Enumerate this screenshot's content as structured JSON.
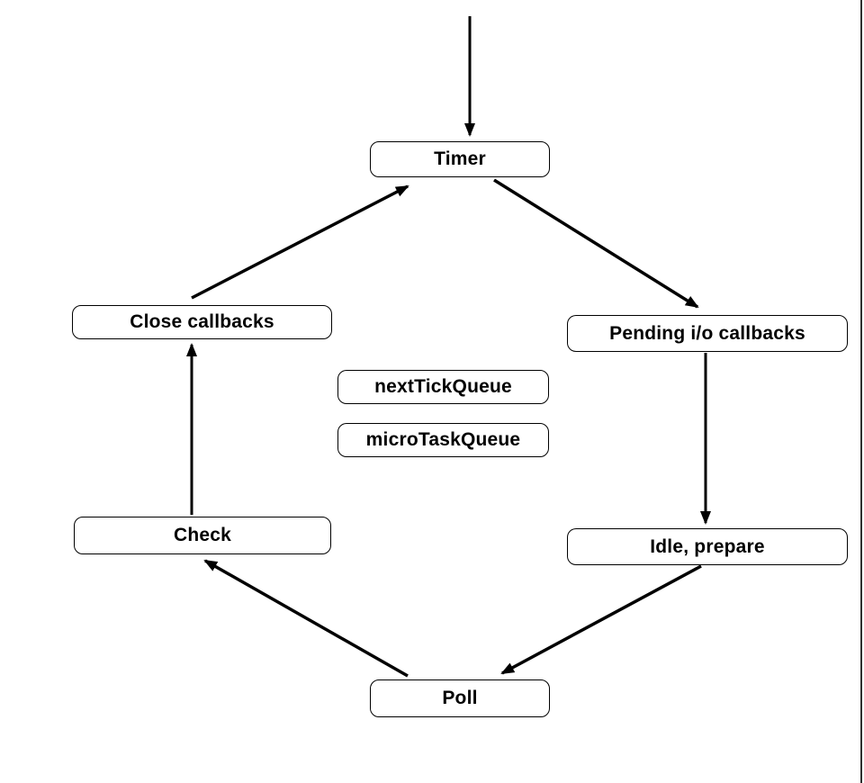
{
  "diagram": {
    "nodes": {
      "timer": "Timer",
      "close_callbacks": "Close callbacks",
      "pending_io_callbacks": "Pending i/o callbacks",
      "next_tick_queue": "nextTickQueue",
      "micro_task_queue": "microTaskQueue",
      "check": "Check",
      "idle_prepare": "Idle, prepare",
      "poll": "Poll"
    },
    "edges": [
      {
        "from": "start",
        "to": "timer"
      },
      {
        "from": "close_callbacks",
        "to": "timer"
      },
      {
        "from": "timer",
        "to": "pending_io_callbacks"
      },
      {
        "from": "pending_io_callbacks",
        "to": "idle_prepare"
      },
      {
        "from": "idle_prepare",
        "to": "poll"
      },
      {
        "from": "poll",
        "to": "check"
      },
      {
        "from": "check",
        "to": "close_callbacks"
      }
    ],
    "colors": {
      "arrow": "#000000",
      "node_fill": "#ffffff",
      "node_border": "#000000",
      "text": "#000000",
      "screen_edge": "#2f2f2f"
    }
  }
}
